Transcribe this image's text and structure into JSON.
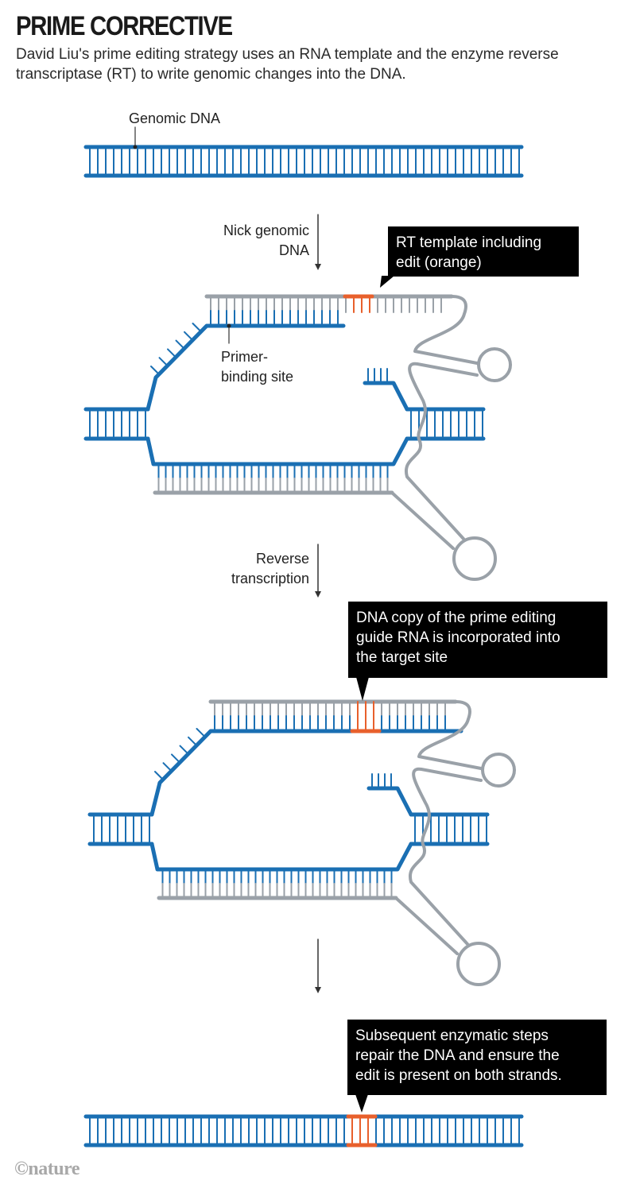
{
  "header": {
    "title": "PRIME CORRECTIVE",
    "subtitle": "David Liu's prime editing strategy uses an RNA template and the enzyme reverse transcriptase (RT) to write genomic changes into the DNA."
  },
  "colors": {
    "dna": "#1a6fb3",
    "rna": "#9aa1a8",
    "edit": "#e8602c",
    "callout_bg": "#000000",
    "arrow": "#333333"
  },
  "labels": {
    "genomic_dna": "Genomic DNA",
    "primer_binding_site": [
      "Primer-",
      "binding site"
    ]
  },
  "steps": [
    {
      "arrow_label": [
        "Nick genomic",
        "DNA"
      ]
    },
    {
      "arrow_label": [
        "Reverse",
        "transcription"
      ]
    },
    {
      "arrow_label": []
    }
  ],
  "callouts": {
    "rt_template": [
      "RT template including",
      "edit (orange)"
    ],
    "dna_copy": [
      "DNA copy of the prime editing",
      "guide RNA is incorporated into",
      "the target site"
    ],
    "repair": [
      "Subsequent enzymatic steps",
      "repair the DNA and ensure the",
      "edit is present on both strands."
    ]
  },
  "footer": {
    "logo": "©nature"
  }
}
